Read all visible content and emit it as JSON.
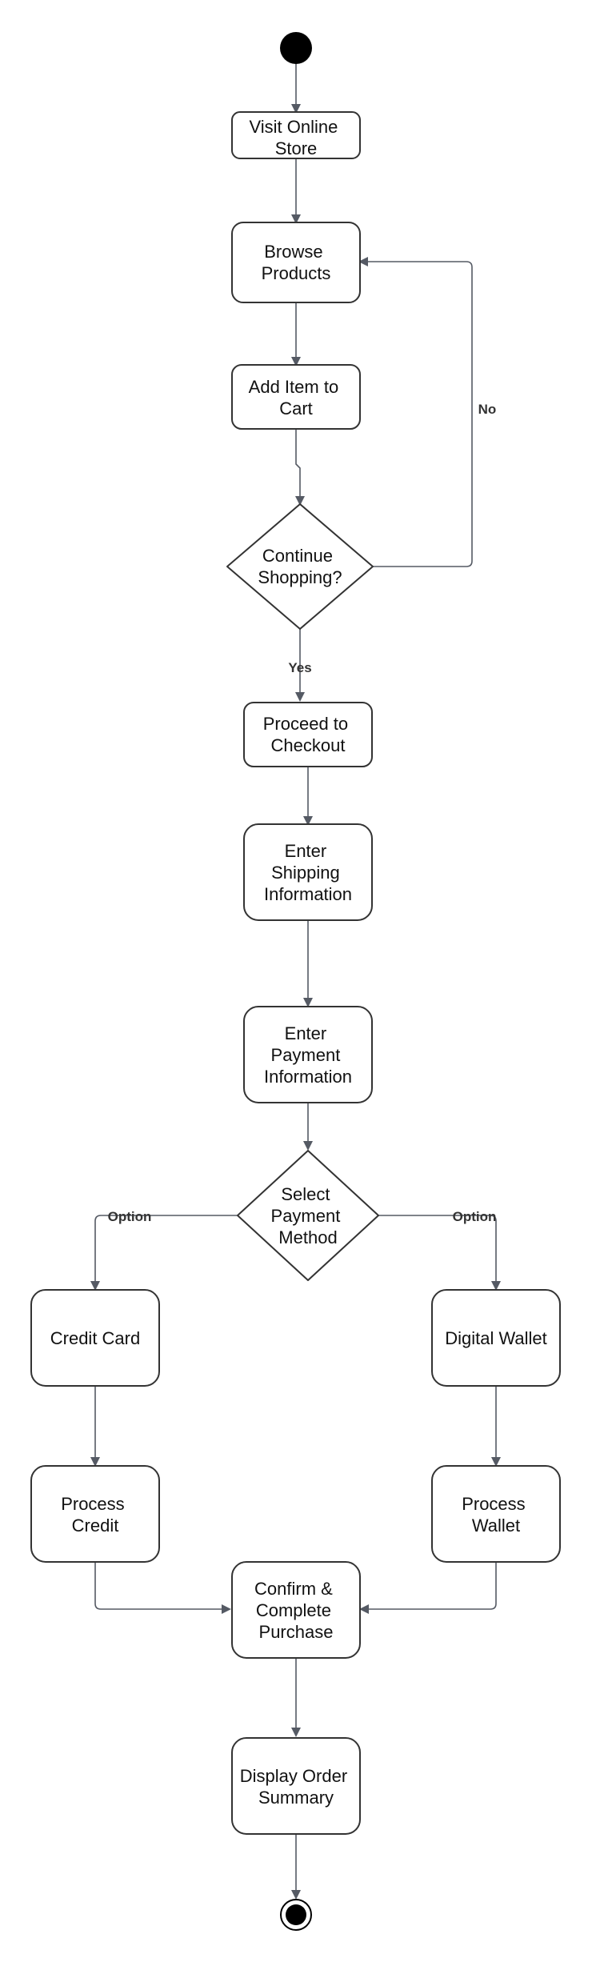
{
  "diagram": {
    "type": "activity",
    "colors": {
      "edge": "#555a64",
      "border": "#333333",
      "node_fill": "#ffffff",
      "text": "#111111",
      "start_fill": "#000000"
    },
    "nodes": {
      "visit": [
        "Visit Online",
        "Store"
      ],
      "browse": [
        "Browse",
        "Products"
      ],
      "add": [
        "Add Item to",
        "Cart"
      ],
      "decision_continue": [
        "Continue",
        "Shopping?"
      ],
      "checkout": [
        "Proceed to",
        "Checkout"
      ],
      "shipping": [
        "Enter",
        "Shipping",
        "Information"
      ],
      "payment": [
        "Enter",
        "Payment",
        "Information"
      ],
      "decision_method": [
        "Select",
        "Payment",
        "Method"
      ],
      "credit": [
        "Credit Card"
      ],
      "wallet": [
        "Digital Wallet"
      ],
      "process_credit": [
        "Process",
        "Credit"
      ],
      "process_wallet": [
        "Process",
        "Wallet"
      ],
      "confirm": [
        "Confirm &",
        "Complete",
        "Purchase"
      ],
      "summary": [
        "Display Order",
        "Summary"
      ]
    },
    "edge_labels": {
      "no": "No",
      "yes": "Yes",
      "option_left": "Option",
      "option_right": "Option"
    }
  }
}
